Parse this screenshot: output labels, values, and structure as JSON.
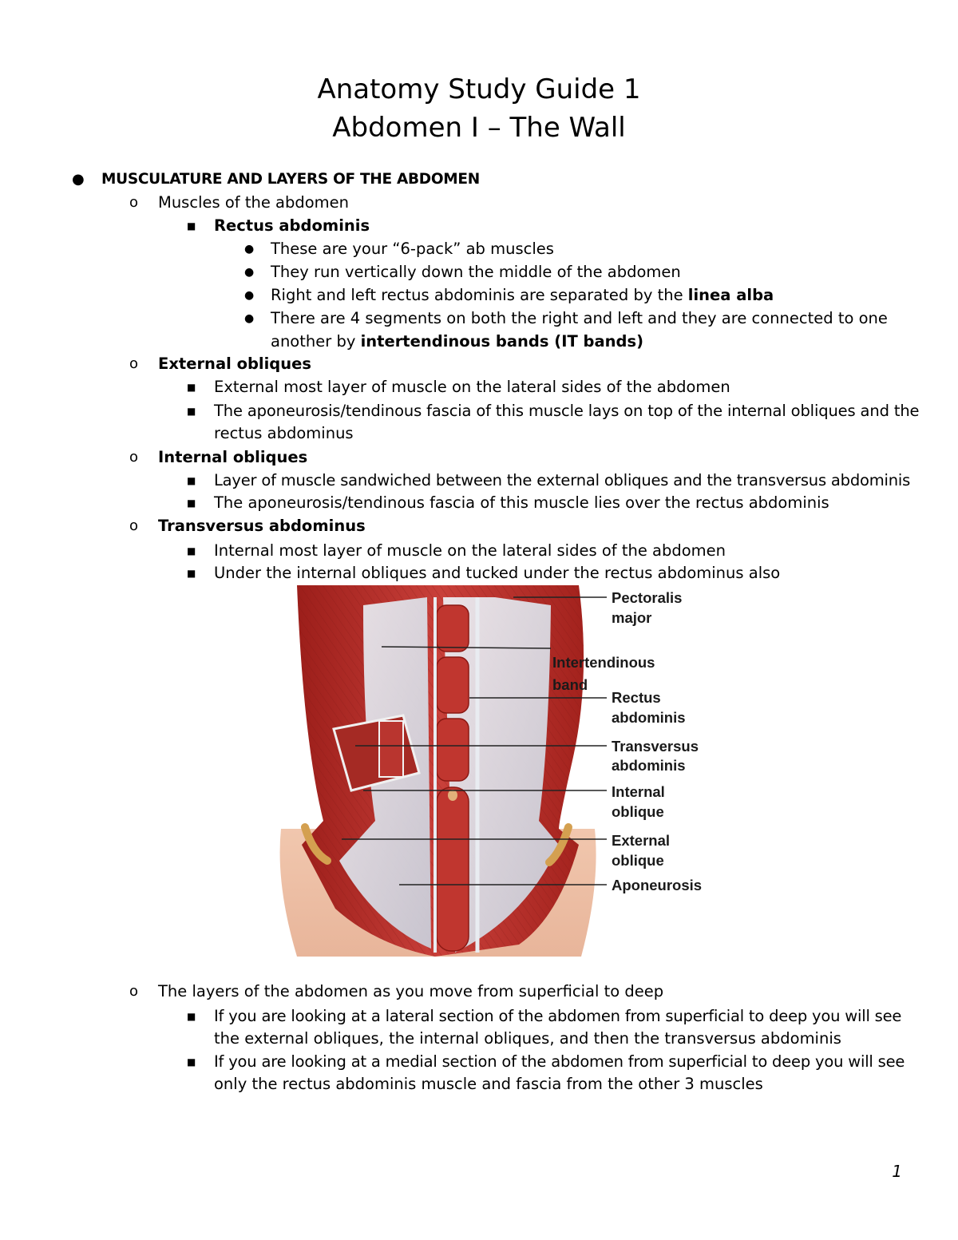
{
  "header": {
    "title_line1": "Anatomy Study Guide 1",
    "title_line2": "Abdomen I – The Wall"
  },
  "outline": {
    "section": "MUSCULATURE AND LAYERS OF THE ABDOMEN",
    "muscles_heading": "Muscles of the abdomen",
    "rectus": {
      "heading": "Rectus abdominis",
      "b1": "These are your “6-pack” ab muscles",
      "b2": "They run vertically down the middle of the abdomen",
      "b3_pre": "Right and left rectus abdominis are separated by the ",
      "b3_bold": "linea alba",
      "b4_l1": "There are 4 segments on both the right and left and they are connected to one",
      "b4_l2_pre": "another by ",
      "b4_l2_bold": "intertendinous bands (IT bands)"
    },
    "external": {
      "heading": "External obliques",
      "b1": "External most layer of muscle on the lateral sides of the abdomen",
      "b2_l1": "The aponeurosis/tendinous fascia of this muscle lays on top of the internal obliques and the",
      "b2_l2": "rectus abdominus"
    },
    "internal": {
      "heading": "Internal obliques",
      "b1": "Layer of muscle sandwiched between the external obliques and the transversus abdominis",
      "b2": "The aponeurosis/tendinous fascia of this muscle lies over the rectus abdominis"
    },
    "transversus": {
      "heading": "Transversus abdominus",
      "b1": "Internal most layer of muscle on the lateral sides of the abdomen",
      "b2": "Under the internal obliques and tucked under the rectus abdominus also"
    },
    "layers": {
      "heading": "The layers of the abdomen as you move from superficial to deep",
      "b1_l1": "If you are looking at a lateral section of the abdomen from superficial to deep you will see",
      "b1_l2": "the external obliques, the internal obliques, and then the transversus abdominis",
      "b2_l1": "If you are looking at a medial section of the abdomen from superficial to deep you will see",
      "b2_l2": "only the rectus abdominis muscle and fascia from the other 3 muscles"
    }
  },
  "figure": {
    "labels": {
      "pectoralis_1": "Pectoralis",
      "pectoralis_2": "major",
      "intertendinous_1": "Intertendinous",
      "intertendinous_2": "band",
      "rectus_1": "Rectus",
      "rectus_2": "abdominis",
      "transversus_1": "Transversus",
      "transversus_2": "abdominis",
      "internal_1": "Internal",
      "internal_2": "oblique",
      "external_1": "External",
      "external_2": "oblique",
      "aponeurosis": "Aponeurosis"
    }
  },
  "footer": {
    "page_number": "1"
  }
}
